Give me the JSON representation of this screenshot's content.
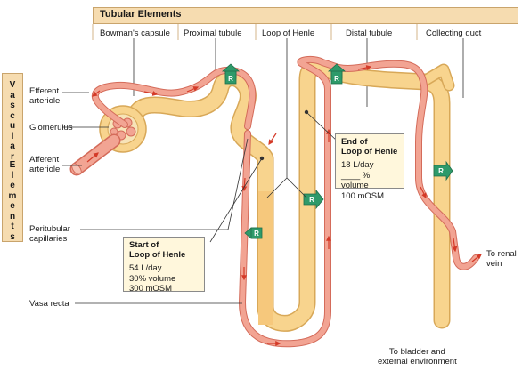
{
  "header": {
    "title": "Tubular Elements"
  },
  "columns": {
    "bowmans": "Bowman's capsule",
    "proximal": "Proximal tubule",
    "loop": "Loop of Henle",
    "distal": "Distal tubule",
    "collecting": "Collecting duct"
  },
  "sidebar": {
    "word1": [
      "V",
      "a",
      "s",
      "c",
      "u",
      "l",
      "a",
      "r"
    ],
    "word2": [
      "E",
      "l",
      "e",
      "m",
      "e",
      "n",
      "t",
      "s"
    ]
  },
  "vascular_labels": {
    "efferent": [
      "Efferent",
      "arteriole"
    ],
    "glomerulus": "Glomerulus",
    "afferent": [
      "Afferent",
      "arteriole"
    ],
    "peritubular": [
      "Peritubular",
      "capillaries"
    ],
    "vasa_recta": "Vasa recta"
  },
  "start_box": {
    "title": [
      "Start of",
      "Loop of Henle"
    ],
    "lines": [
      "54 L/day",
      "30% volume",
      "300 mOSM"
    ]
  },
  "end_box": {
    "title": [
      "End of",
      "Loop of Henle"
    ],
    "lines": [
      "18 L/day",
      "____ % volume",
      "100 mOSM"
    ]
  },
  "renal_vein": [
    "To renal",
    "vein"
  ],
  "bladder": [
    "To bladder and",
    "external environment"
  ],
  "reabsorption_marker": "R",
  "colors": {
    "tubule": "#f8d48e",
    "tubule_edge": "#d8a858",
    "vessel": "#f2a493",
    "vessel_edge": "#d46b5a",
    "arrow": "#d43a28",
    "marker": "#2e9a6a",
    "header_fill": "#f6dcb0"
  }
}
